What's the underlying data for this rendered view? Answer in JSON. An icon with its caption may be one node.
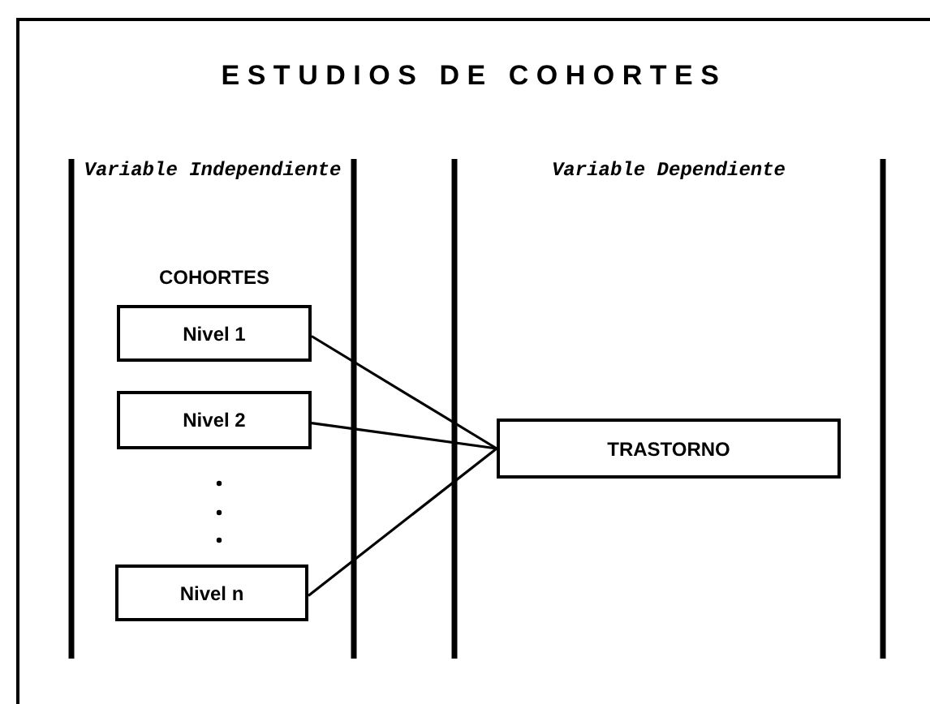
{
  "diagram": {
    "title": "ESTUDIOS DE COHORTES",
    "nodes": [
      {
        "text": [
          "Nivel 1"
        ]
      },
      {
        "text": [
          "Nivel 2"
        ]
      },
      {
        "text": [
          "Nivel n"
        ]
      },
      {
        "text": [
          "TRASTORNO"
        ]
      }
    ],
    "edges": [
      {
        "from": 0,
        "to": 3,
        "arrow": "none"
      },
      {
        "from": 1,
        "to": 3,
        "arrow": "none"
      },
      {
        "from": 2,
        "to": 3,
        "arrow": "none"
      }
    ],
    "labels": [
      "Variable Independiente",
      "Variable Dependiente",
      "COHORTES"
    ]
  }
}
